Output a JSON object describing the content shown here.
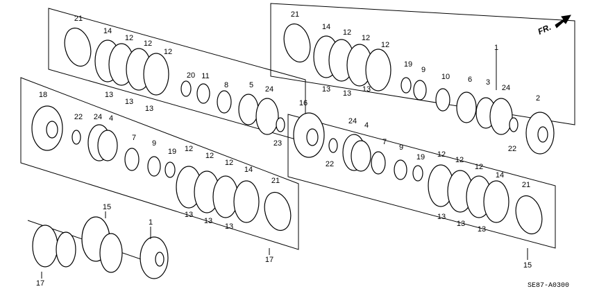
{
  "diagram": {
    "drawing_code": "SE87-A0300",
    "direction_label": "FR.",
    "callouts": {
      "c21a": "21",
      "c14a": "14",
      "c12a": "12",
      "c12b": "12",
      "c12c": "12",
      "c13a": "13",
      "c13b": "13",
      "c13c": "13",
      "c20": "20",
      "c11": "11",
      "c8": "8",
      "c5": "5",
      "c24a": "24",
      "c16": "16",
      "c23": "23",
      "c21b": "21",
      "c14b": "14",
      "c12d": "12",
      "c12e": "12",
      "c12f": "12",
      "c13d": "13",
      "c13e": "13",
      "c13f": "13",
      "c19a": "19",
      "c9a": "9",
      "c1a": "1",
      "c10": "10",
      "c6": "6",
      "c3": "3",
      "c24b": "24",
      "c2": "2",
      "c22a": "22",
      "c18": "18",
      "c22b": "22",
      "c24c": "24",
      "c4a": "4",
      "c7a": "7",
      "c9b": "9",
      "c19b": "19",
      "c12g": "12",
      "c12h": "12",
      "c12i": "12",
      "c14c": "14",
      "c21c": "21",
      "c13g": "13",
      "c13h": "13",
      "c13i": "13",
      "c17a": "17",
      "c24d": "24",
      "c4b": "4",
      "c22c": "22",
      "c7b": "7",
      "c9c": "9",
      "c19c": "19",
      "c12j": "12",
      "c12k": "12",
      "c12l": "12",
      "c14d": "14",
      "c21d": "21",
      "c13j": "13",
      "c13k": "13",
      "c13l": "13",
      "c15a": "15",
      "c15b": "15",
      "c1b": "1",
      "c17b": "17"
    }
  }
}
